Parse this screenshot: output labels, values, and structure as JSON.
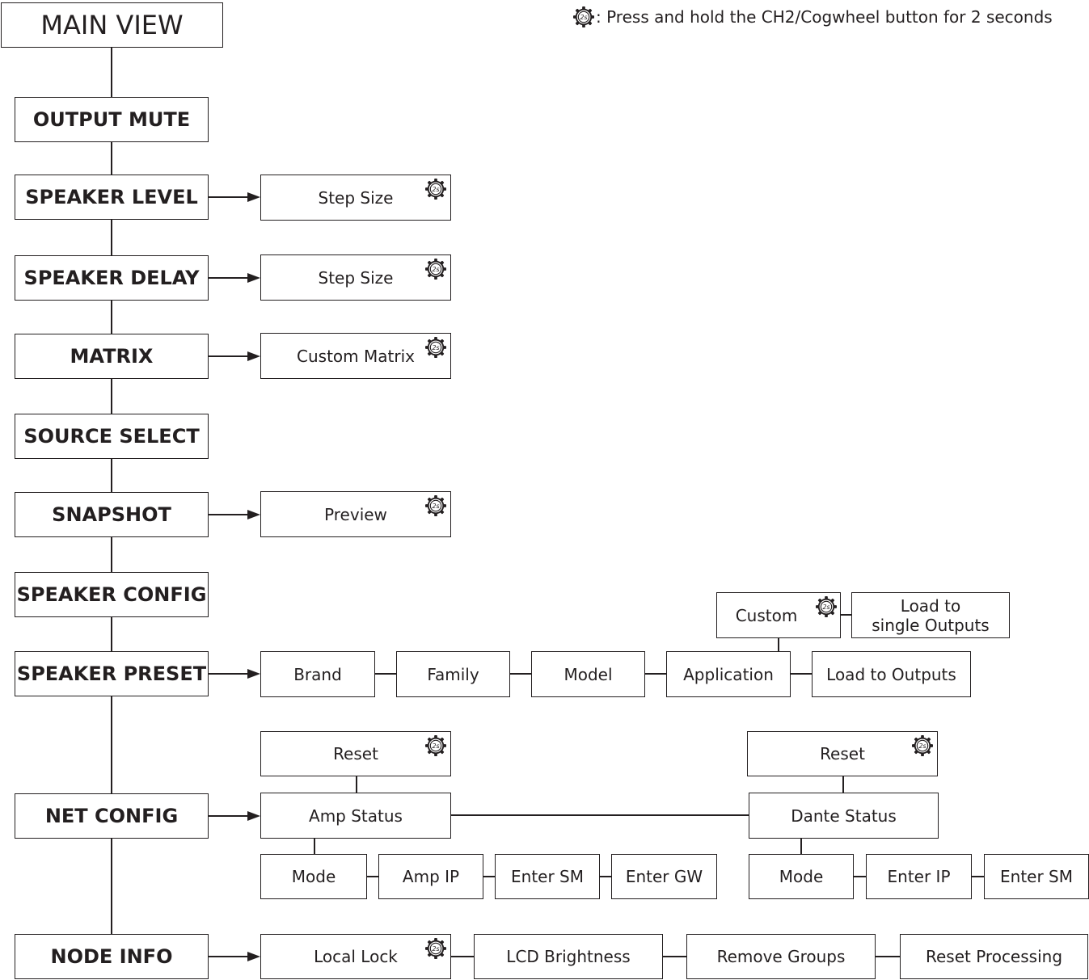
{
  "legend": {
    "icon": "cogwheel-2s-icon",
    "text": ": Press and hold the CH2/Cogwheel button for 2 seconds"
  },
  "main_view": "MAIN VIEW",
  "menu": {
    "output_mute": "OUTPUT MUTE",
    "speaker_level": "SPEAKER LEVEL",
    "speaker_delay": "SPEAKER DELAY",
    "matrix": "MATRIX",
    "source_select": "SOURCE SELECT",
    "snapshot": "SNAPSHOT",
    "speaker_config": "SPEAKER CONFIG",
    "speaker_preset": "SPEAKER PRESET",
    "net_config": "NET CONFIG",
    "node_info": "NODE INFO"
  },
  "speaker_level": {
    "step_size": "Step Size"
  },
  "speaker_delay": {
    "step_size": "Step Size"
  },
  "matrix": {
    "custom_matrix": "Custom Matrix"
  },
  "snapshot": {
    "preview": "Preview"
  },
  "speaker_preset": {
    "brand": "Brand",
    "family": "Family",
    "model": "Model",
    "application": "Application",
    "load_to_outputs": "Load to Outputs",
    "custom": "Custom",
    "load_single": "Load to\nsingle Outputs"
  },
  "net_config": {
    "amp_reset": "Reset",
    "amp_status": "Amp Status",
    "amp_mode": "Mode",
    "amp_ip": "Amp IP",
    "amp_enter_sm": "Enter SM",
    "amp_enter_gw": "Enter GW",
    "dante_reset": "Reset",
    "dante_status": "Dante Status",
    "dante_mode": "Mode",
    "dante_enter_ip": "Enter IP",
    "dante_enter_sm": "Enter SM"
  },
  "node_info": {
    "local_lock": "Local Lock",
    "lcd_brightness": "LCD Brightness",
    "remove_groups": "Remove Groups",
    "reset_processing": "Reset Processing"
  },
  "colors": {
    "line": "#231f20",
    "background": "#ffffff"
  }
}
